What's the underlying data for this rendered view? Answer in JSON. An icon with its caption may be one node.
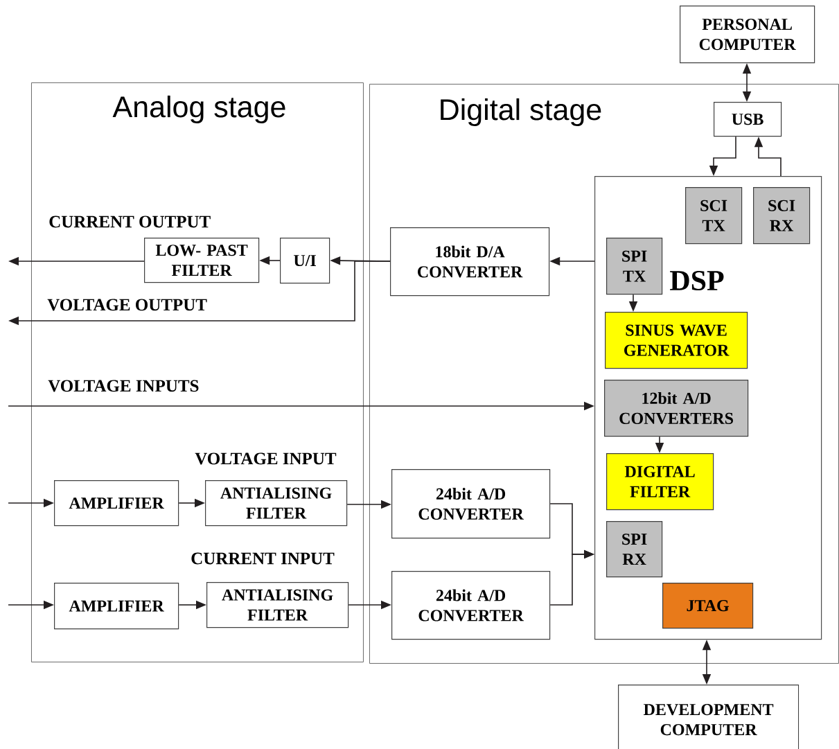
{
  "diagram": {
    "nodes": [
      {
        "text": [
          "Analog stage"
        ]
      },
      {
        "text": [
          "Digital stage"
        ]
      },
      {
        "text": [
          "PERSONAL COMPUTER"
        ]
      },
      {
        "text": [
          "USB"
        ],
        "in": 1
      },
      {
        "text": [
          "DSP"
        ],
        "in": 1
      },
      {
        "text": [
          "SCI TX"
        ],
        "in": 4
      },
      {
        "text": [
          "SCI RX"
        ],
        "in": 4
      },
      {
        "text": [
          "SPI TX"
        ],
        "in": 4
      },
      {
        "text": [
          "SINUS WAVE GENERATOR"
        ],
        "in": 4
      },
      {
        "text": [
          "12bit A/D CONVERTERS"
        ],
        "in": 4
      },
      {
        "text": [
          "DIGITAL FILTER"
        ],
        "in": 4
      },
      {
        "text": [
          "SPI RX"
        ],
        "in": 4
      },
      {
        "text": [
          "JTAG"
        ],
        "in": 4
      },
      {
        "text": [
          "18bit D/A CONVERTER"
        ],
        "in": 1
      },
      {
        "text": [
          "U/I"
        ],
        "in": 0
      },
      {
        "text": [
          "LOW- PAST FILTER"
        ],
        "in": 0
      },
      {
        "text": [
          "AMPLIFIER"
        ],
        "in": 0
      },
      {
        "text": [
          "ANTIALISING FILTER"
        ],
        "in": 0
      },
      {
        "text": [
          "AMPLIFIER"
        ],
        "in": 0
      },
      {
        "text": [
          "ANTIALISING FILTER"
        ],
        "in": 0
      },
      {
        "text": [
          "24bit A/D CONVERTER"
        ],
        "in": 1
      },
      {
        "text": [
          "24bit A/D CONVERTER"
        ],
        "in": 1
      },
      {
        "text": [
          "DEVELOPMENT COMPUTER"
        ]
      }
    ],
    "edges": [
      {
        "from": 2,
        "to": 3,
        "arrow": "both"
      },
      {
        "from": 3,
        "to": 4,
        "arrow": "to"
      },
      {
        "from": 4,
        "to": 3,
        "arrow": "to"
      },
      {
        "from": 4,
        "to": 13,
        "arrow": "to"
      },
      {
        "from": 13,
        "to": 14,
        "arrow": "to"
      },
      {
        "from": 14,
        "to": 15,
        "arrow": "to"
      },
      {
        "from": 15,
        "to": null,
        "arrow": "to"
      },
      {
        "from": 13,
        "to": null,
        "arrow": "to"
      },
      {
        "from": null,
        "to": 4,
        "arrow": "to"
      },
      {
        "from": 7,
        "to": 8,
        "arrow": "to"
      },
      {
        "from": 9,
        "to": 10,
        "arrow": "to"
      },
      {
        "from": null,
        "to": 16,
        "arrow": "to"
      },
      {
        "from": 16,
        "to": 17,
        "arrow": "to"
      },
      {
        "from": 17,
        "to": 20,
        "arrow": "to"
      },
      {
        "from": null,
        "to": 18,
        "arrow": "to"
      },
      {
        "from": 18,
        "to": 19,
        "arrow": "to"
      },
      {
        "from": 19,
        "to": 21,
        "arrow": "to"
      },
      {
        "from": 20,
        "to": 4,
        "arrow": "to"
      },
      {
        "from": 21,
        "to": 4,
        "arrow": "to"
      },
      {
        "from": 4,
        "to": 22,
        "arrow": "both"
      }
    ],
    "labels": [
      "CURRENT OUTPUT",
      "VOLTAGE OUTPUT",
      "VOLTAGE INPUTS",
      "VOLTAGE INPUT",
      "CURRENT INPUT"
    ]
  }
}
